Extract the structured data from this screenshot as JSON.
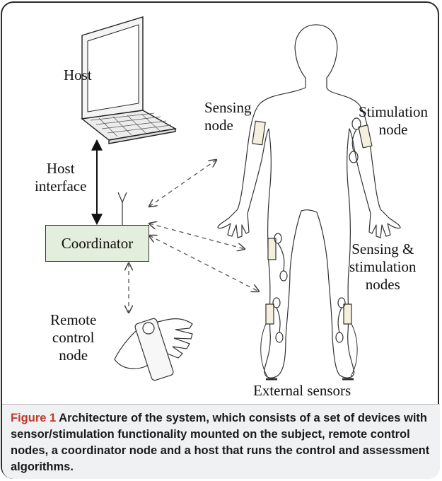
{
  "diagram": {
    "host_label": "Host",
    "host_interface_label": "Host\ninterface",
    "coordinator_label": "Coordinator",
    "remote_control_label": "Remote\ncontrol\nnode",
    "sensing_node_label": "Sensing\nnode",
    "stimulation_node_label": "Stimulation\nnode",
    "sensing_stimulation_label": "Sensing &\nstimulation\nnodes",
    "external_sensors_label": "External sensors"
  },
  "caption": {
    "figure_label": "Figure 1",
    "text": "Architecture of the system, which consists of a set of devices with sensor/stimulation functionality mounted on the subject, remote control nodes, a coordinator node and a host that runs the control and assessment algorithms."
  },
  "colors": {
    "figure_label": "#c0392b",
    "coordinator_fill": "#e3eedc",
    "caption_background": "#f0f1f3"
  },
  "icons": [
    "laptop-icon",
    "antenna-icon",
    "hand-remote-icon",
    "human-body-icon"
  ]
}
